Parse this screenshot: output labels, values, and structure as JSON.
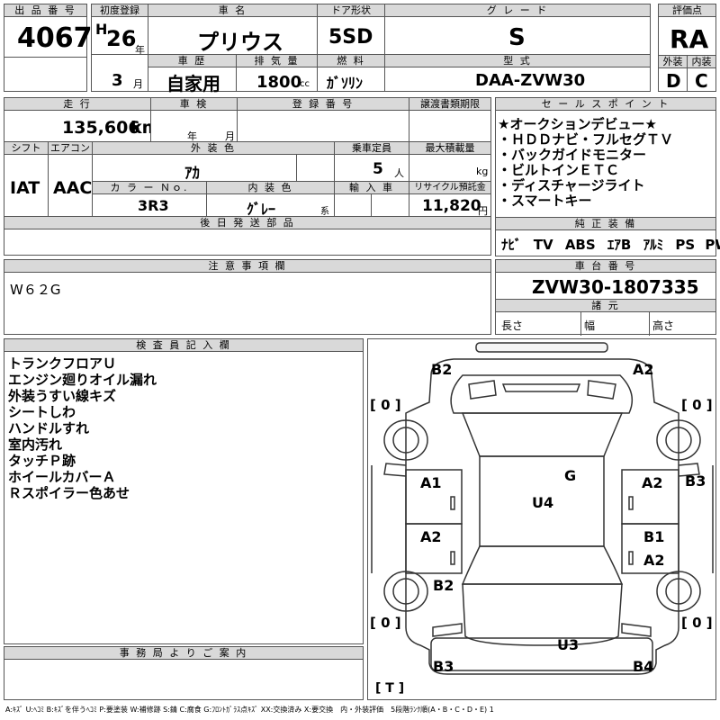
{
  "headers": {
    "lot_no": "出 品 番 号",
    "first_reg": "初度登録",
    "car_name": "車 名",
    "door": "ドア形状",
    "grade": "グ レ ー ド",
    "score": "評価点",
    "history": "車 歴",
    "displacement": "排 気 量",
    "fuel": "燃 料",
    "model": "型 式",
    "exterior": "外装",
    "interior": "内装",
    "mileage": "走 行",
    "inspection": "車 検",
    "reg_no": "登 録 番 号",
    "transfer": "譲渡書類期限",
    "shift": "シフト",
    "ac": "エアコン",
    "ext_color": "外 装 色",
    "capacity": "乗車定員",
    "max_load": "最大積載量",
    "color_no": "カ ラ ー Ｎｏ.",
    "int_color": "内 装 色",
    "import": "輸 入 車",
    "recycle": "リサイクル預託金",
    "later_parts": "後 日 発 送 部 品",
    "sales_point": "セ ー ル ス ポ イ ン ト",
    "equipment": "純 正 装 備",
    "caution": "注 意 事 項 欄",
    "chassis": "車 台 番 号",
    "specs": "諸 元",
    "inspector": "検 査 員 記 入 欄",
    "office": "事 務 局 よ り ご 案 内"
  },
  "vehicle": {
    "lot_no": "4067",
    "era": "H",
    "year": "26",
    "year_unit": "年",
    "month": "3",
    "month_unit": "月",
    "name": "プリウス",
    "door": "5SD",
    "grade": "S",
    "score": "RA",
    "history": "自家用",
    "displacement": "1800",
    "displacement_unit": "cc",
    "fuel": "ｶﾞｿﾘﾝ",
    "model": "DAA-ZVW30",
    "exterior_score": "D",
    "interior_score": "C",
    "mileage": "135,606",
    "mileage_unit": "km",
    "insp_year": "年",
    "insp_month": "月",
    "shift": "IAT",
    "ac": "AAC",
    "ext_color": "ｱｶ",
    "capacity": "5",
    "capacity_unit": "人",
    "load_unit": "kg",
    "color_no": "3R3",
    "int_color": "ｸﾞﾚｰ",
    "int_color_suffix": "系",
    "recycle": "11,820",
    "recycle_unit": "円",
    "chassis": "ZVW30-1807335",
    "length_label": "長さ",
    "width_label": "幅",
    "height_label": "高さ"
  },
  "sales_points": [
    "★オークションデビュー★",
    "・ＨＤＤナビ・フルセグＴＶ",
    "・バックガイドモニター",
    "・ビルトインＥＴＣ",
    "・ディスチャージライト",
    "・スマートキー"
  ],
  "equipment": [
    "ﾅﾋﾞ",
    "TV",
    "ABS",
    "ｴｱB",
    "ｱﾙﾐ",
    "PS",
    "PW"
  ],
  "caution_text": "W６２G",
  "inspector_notes": [
    "トランクフロアＵ",
    "エンジン廻りオイル漏れ",
    "外装うすい線キズ",
    "シートしわ",
    "ハンドルすれ",
    "室内汚れ",
    "タッチＰ跡",
    "ホイールカバーＡ",
    "Ｒスポイラー色あせ"
  ],
  "damage_marks": {
    "front_left": "B2",
    "front_right": "A2",
    "left_front_door": "A1",
    "left_rear_door": "A2",
    "left_rear_fender": "B2",
    "roof": "G",
    "center": "U4",
    "right_front_door": "A2",
    "right_front_fender": "B3",
    "right_rear_door_1": "B1",
    "right_rear_door_2": "A2",
    "rear_panel": "U3",
    "rear_left": "B3",
    "rear_right": "B4",
    "tread_fl": "[ 0 ]",
    "tread_fr": "[ 0 ]",
    "tread_rl": "[ 0 ]",
    "tread_rr": "[ 0 ]",
    "tread_spare": "[ T ]"
  },
  "legend": "A:ｷｽﾞ U:ﾍｺﾐ B:ｷｽﾞを伴うﾍｺﾐ P:要塗装 W:補修跡 S:錆 C:腐食 G:ﾌﾛﾝﾄｶﾞﾗｽ点ｷｽﾞ XX:交換済み X:要交換　内・外装評価　5段階ﾗﾝｸ順(A・B・C・D・E) 1"
}
